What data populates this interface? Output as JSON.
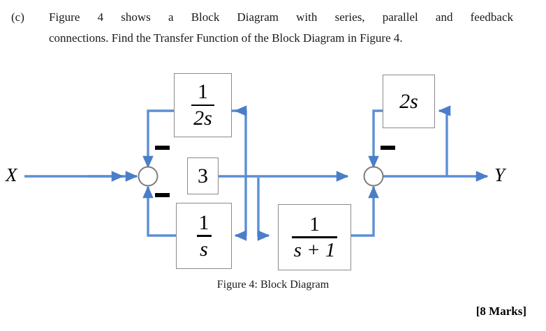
{
  "question": {
    "label": "(c)",
    "line1": "Figure 4 shows a Block Diagram with series, parallel and feedback",
    "line2": "connections. Find the Transfer Function of the Block Diagram in Figure 4."
  },
  "figure": {
    "caption": "Figure 4:  Block Diagram",
    "marks": "[8 Marks]",
    "input_label": "X",
    "output_label": "Y",
    "wire_color": "#5b8fd4",
    "block_border_color": "#8a8a8a",
    "blocks": [
      {
        "id": "gain-1-over-2s",
        "numerator": "1",
        "denominator": "2s",
        "kind": "fraction"
      },
      {
        "id": "gain-3",
        "value": "3",
        "kind": "scalar"
      },
      {
        "id": "gain-1-over-s",
        "numerator": "1",
        "denominator": "s",
        "kind": "fraction"
      },
      {
        "id": "gain-1-over-s-plus-1",
        "numerator": "1",
        "denominator": "s + 1",
        "kind": "fraction"
      },
      {
        "id": "gain-2s",
        "value": "2s",
        "kind": "scalar"
      }
    ],
    "summing_junctions": [
      {
        "id": "sum-left",
        "signs": [
          "minus",
          "minus"
        ]
      },
      {
        "id": "sum-right",
        "signs": [
          "minus"
        ]
      }
    ]
  }
}
